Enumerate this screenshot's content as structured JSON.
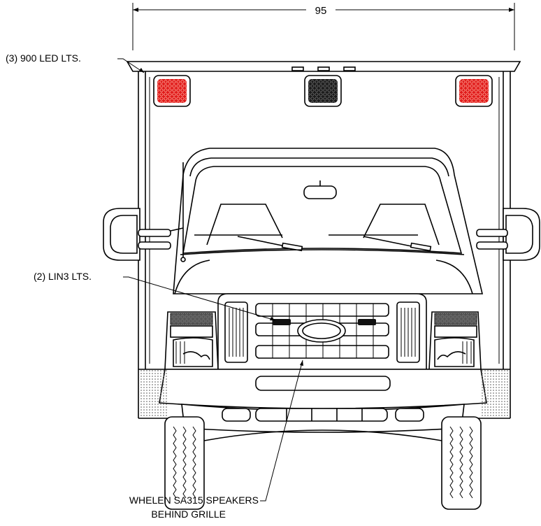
{
  "diagram": {
    "dimension_label": "95",
    "callouts": {
      "led_lights": "(3) 900 LED LTS.",
      "lin3_lights": "(2) LIN3 LTS.",
      "speakers_line1": "WHELEN SA315 SPEAKERS",
      "speakers_line2": "BEHIND GRILLE"
    },
    "colors": {
      "red_light": "#e01a1a",
      "dark_light": "#1a1a1a",
      "line": "#000000",
      "hatch": "#9a9a9a"
    }
  }
}
